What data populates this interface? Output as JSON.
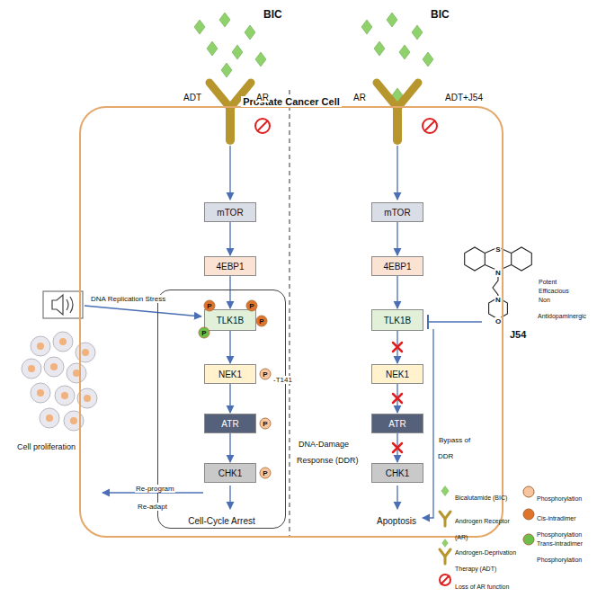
{
  "diagram": {
    "nodes": [
      {
        "text": [
          "Prostate Cancer Cell"
        ]
      },
      {
        "text": [
          "DNA-Damage Response (DDR)",
          "Cell-Cycle Arrest"
        ],
        "in": 0
      },
      {
        "text": [
          "mTOR"
        ],
        "in": 0
      },
      {
        "text": [
          "4EBP1"
        ],
        "in": 0
      },
      {
        "text": [
          "TLK1B"
        ],
        "in": 1
      },
      {
        "text": [
          "NEK1"
        ],
        "in": 1
      },
      {
        "text": [
          "ATR"
        ],
        "in": 1
      },
      {
        "text": [
          "CHK1"
        ],
        "in": 1
      },
      {
        "text": [
          "mTOR"
        ],
        "in": 0
      },
      {
        "text": [
          "4EBP1"
        ],
        "in": 0
      },
      {
        "text": [
          "TLK1B"
        ],
        "in": 0
      },
      {
        "text": [
          "NEK1"
        ],
        "in": 0
      },
      {
        "text": [
          "ATR"
        ],
        "in": 0
      },
      {
        "text": [
          "CHK1"
        ],
        "in": 0
      }
    ],
    "edges": [
      {
        "from": 2,
        "to": 3,
        "arrow": "to"
      },
      {
        "from": 3,
        "to": 4,
        "arrow": "to"
      },
      {
        "from": 4,
        "to": 5,
        "arrow": "to"
      },
      {
        "from": 5,
        "to": 6,
        "arrow": "to"
      },
      {
        "from": 6,
        "to": 7,
        "arrow": "to"
      },
      {
        "from": 8,
        "to": 9,
        "arrow": "to"
      },
      {
        "from": 9,
        "to": 10,
        "arrow": "to"
      },
      {
        "from": 10,
        "to": 11,
        "arrow": "to"
      },
      {
        "from": 11,
        "to": 12,
        "arrow": "to"
      },
      {
        "from": 12,
        "to": 13,
        "arrow": "to"
      }
    ],
    "labels": [
      "BIC",
      "ADT",
      "AR",
      "BIC",
      "AR",
      "ADT+J54",
      "DNA Replication Stress",
      "P",
      "P",
      "P",
      "P",
      "P",
      "-T141",
      "P",
      "P",
      "Potent",
      "Efficacious",
      "Non Antidopaminergic",
      "J54",
      "Re-program",
      "Re-adapt",
      "Cell proliferation",
      "Apoptosis",
      "Bypass of DDR",
      "S",
      "N",
      "N",
      "O",
      "P",
      "P",
      "P"
    ],
    "legend": [
      {
        "text": "Bicalutamide (BIC)"
      },
      {
        "text": "Androgen Receptor (AR)"
      },
      {
        "text": "Phosphorylation",
        "color": "#f7c59f"
      },
      {
        "text": "Cis-intradimer Phosphorylation",
        "color": "#e0732c"
      },
      {
        "text": "Trans-intradimer Phosphorylation",
        "color": "#6cc04a"
      },
      {
        "text": "Androgen-Deprivation Therapy (ADT)"
      },
      {
        "text": "Loss of AR function"
      }
    ]
  }
}
